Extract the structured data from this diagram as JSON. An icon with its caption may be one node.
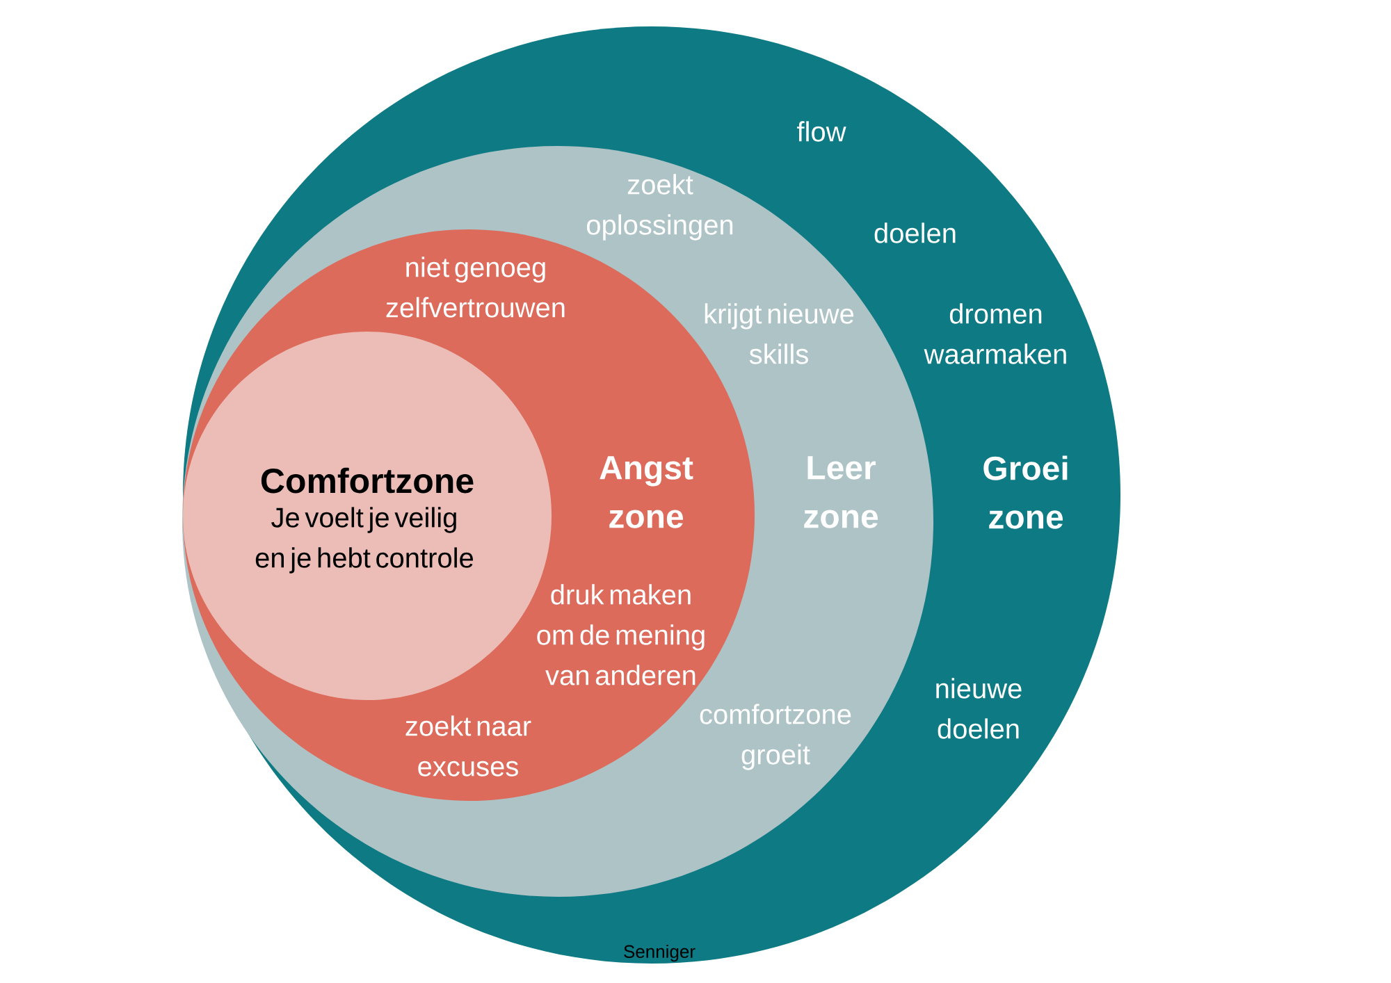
{
  "diagram": {
    "nodes": [
      {
        "text": [
          "Groei zone"
        ]
      },
      {
        "text": [
          "Leer zone"
        ],
        "in": 0
      },
      {
        "text": [
          "Angst zone"
        ],
        "in": 1
      },
      {
        "text": [
          "Comfortzone",
          "Je voelt je veilig en je hebt controle"
        ],
        "in": 2
      }
    ],
    "labels": [
      "flow",
      "zoekt oplossingen",
      "doelen",
      "niet genoeg zelfvertrouwen",
      "krijgt nieuwe skills",
      "dromen waarmaken",
      "druk maken om de mening van anderen",
      "nieuwe doelen",
      "comfortzone groeit",
      "zoekt naar excuses",
      "Senniger"
    ]
  }
}
